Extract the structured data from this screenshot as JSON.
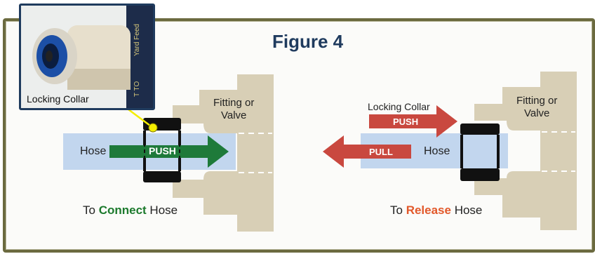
{
  "figure": {
    "title": "Figure 4"
  },
  "inset": {
    "label": "Locking Collar",
    "stamp_text": "Yard Feed",
    "stamp_text_2": "T TO"
  },
  "connect_panel": {
    "fitting_label_line1": "Fitting or",
    "fitting_label_line2": "Valve",
    "hose_label": "Hose",
    "push_label": "PUSH",
    "caption_prefix": "To ",
    "caption_highlight": "Connect",
    "caption_suffix": " Hose"
  },
  "release_panel": {
    "fitting_label_line1": "Fitting or",
    "fitting_label_line2": "Valve",
    "collar_label": "Locking Collar",
    "push_label": "PUSH",
    "pull_label": "PULL",
    "hose_label": "Hose",
    "caption_prefix": "To ",
    "caption_highlight": "Release",
    "caption_suffix": " Hose"
  },
  "colors": {
    "frame": "#6b6a3f",
    "fitting": "#d8cfb6",
    "hose": "#c2d6ee",
    "push_green": "#1e7a3a",
    "arrow_red": "#c9483f",
    "collar": "#111111",
    "title": "#1f3b5e",
    "connect_text": "#1c7a2d",
    "release_text": "#e2582a",
    "pointer": "#f4ee00"
  }
}
